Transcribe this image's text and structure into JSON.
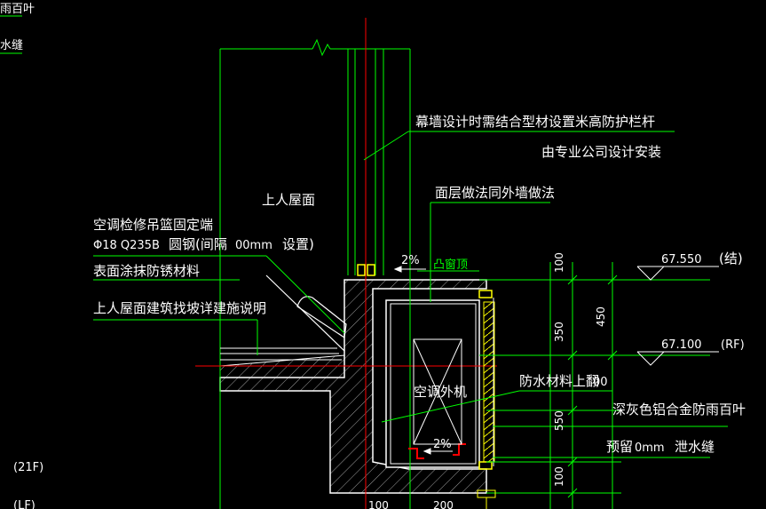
{
  "colors": {
    "background": "#000000",
    "line_green": "#00ff00",
    "line_white": "#ffffff",
    "line_yellow": "#ffff00",
    "line_red": "#ff0000",
    "line_cyan": "#00ffff",
    "line_blue": "#3060ff",
    "hatch_gray": "#a0a0a0"
  },
  "labels": {
    "partial_rain_louver_top": "雨百叶",
    "partial_drain_joint": "水缝",
    "curtain_wall_note": "幕墙设计时需结合型材设置米高防护栏杆",
    "curtain_wall_note_2": "由专业公司设计安装",
    "accessible_roof": "上人屋面",
    "finish_same_as_wall": "面层做法同外墙做法",
    "ac_anchor_line1": "空调检修吊篮固定端",
    "ac_anchor_spec": "Φ18 Q235B",
    "ac_anchor_mid": "圆钢(间隔",
    "ac_anchor_spacing": "00mm",
    "ac_anchor_end": "设置)",
    "anti_rust": "表面涂抹防锈材料",
    "roof_slope_note": "上人屋面建筑找坡详建施说明",
    "slope_top": "2%",
    "parapet_top": "凸窗顶",
    "ac_unit": "空调外机",
    "slope_bottom": "2%",
    "waterproof_up": "防水材料上翻",
    "waterproof_tail": "00",
    "louver": "深灰色铝合金防雨百叶",
    "reserve": "预留",
    "reserve_dim": "0mm",
    "drain_joint": "泄水缝",
    "elev_struct": "67.550",
    "elev_struct_tag": "(结)",
    "elev_rf": "67.100",
    "elev_rf_tag": "(RF)",
    "floor_21f": "(21F)",
    "floor_partial": "(LF)",
    "dim_100_top": "100",
    "dim_350": "350",
    "dim_450": "450",
    "dim_550": "550",
    "dim_100_bottom": "100",
    "dim_bottom_1": "100",
    "dim_bottom_2": "200"
  }
}
